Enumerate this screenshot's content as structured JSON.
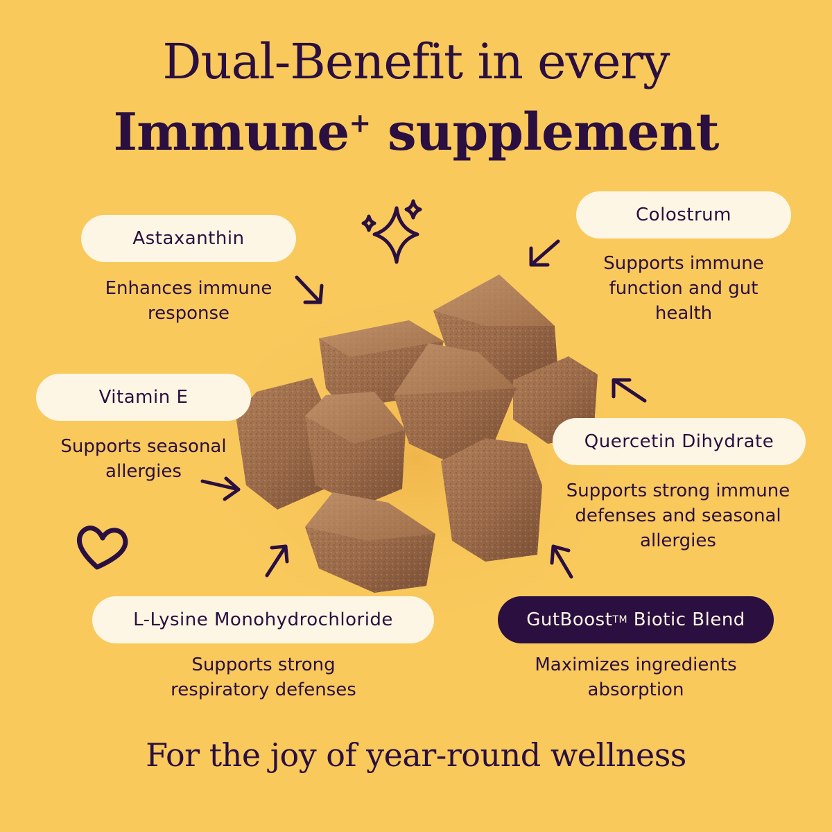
{
  "headline": {
    "line1": "Dual-Benefit in every",
    "line2": "Immune",
    "line2_sup": "+",
    "line2_rest": " supplement"
  },
  "ingredients": [
    {
      "name": "Astaxanthin",
      "desc": "Enhances immune\nresponse"
    },
    {
      "name": "Colostrum",
      "desc": "Supports immune\nfunction and gut\nhealth"
    },
    {
      "name": "Vitamin E",
      "desc": "Supports seasonal\nallergies"
    },
    {
      "name": "Quercetin Dihydrate",
      "desc": "Supports strong immune\ndefenses and seasonal\nallergies"
    },
    {
      "name": "L-Lysine Monohydrochloride",
      "desc": "Supports strong\nrespiratory defenses"
    },
    {
      "name": "GutBoost",
      "name_sup": "TM",
      "name_rest": " Biotic Blend",
      "desc": "Maximizes ingredients\nabsorption"
    }
  ],
  "tagline": "For the joy of year-round wellness",
  "colors": {
    "background": "#F9C95C",
    "ink": "#2A0F40",
    "pill": "#FDF6E4"
  },
  "icons": [
    "sparkle-icon",
    "heart-icon",
    "arrow-icon"
  ]
}
